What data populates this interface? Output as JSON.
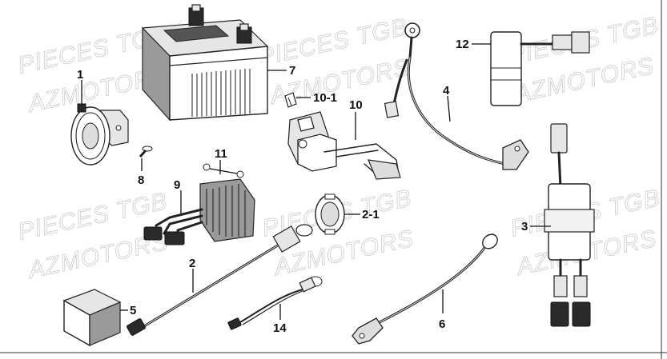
{
  "watermarks": [
    {
      "text": "PIECES TGB"
    },
    {
      "text": "AZMOTORS"
    },
    {
      "text": "PIECES TGB"
    },
    {
      "text": "AZMOTORS"
    },
    {
      "text": "PIECES TGB"
    },
    {
      "text": "AZMOTORS"
    },
    {
      "text": "PIECES TGB"
    },
    {
      "text": "AZMOTORS"
    },
    {
      "text": "PIECES TGB"
    },
    {
      "text": "AZMOTORS"
    },
    {
      "text": "PIECES TGB"
    },
    {
      "text": "AZMOTORS"
    }
  ],
  "callouts": {
    "horn": "1",
    "wire_harness": "2",
    "cdi_unit": "3",
    "battery_cable": "4",
    "relay": "5",
    "ground_cable": "6",
    "battery": "7",
    "horn_screw": "8",
    "regulator": "9",
    "fuse_holder": "10",
    "fuse_clip": "10-1",
    "regulator_bolt": "11",
    "starter_relay": "12",
    "sub_harness": "14",
    "fuse_cap": "2-1"
  }
}
